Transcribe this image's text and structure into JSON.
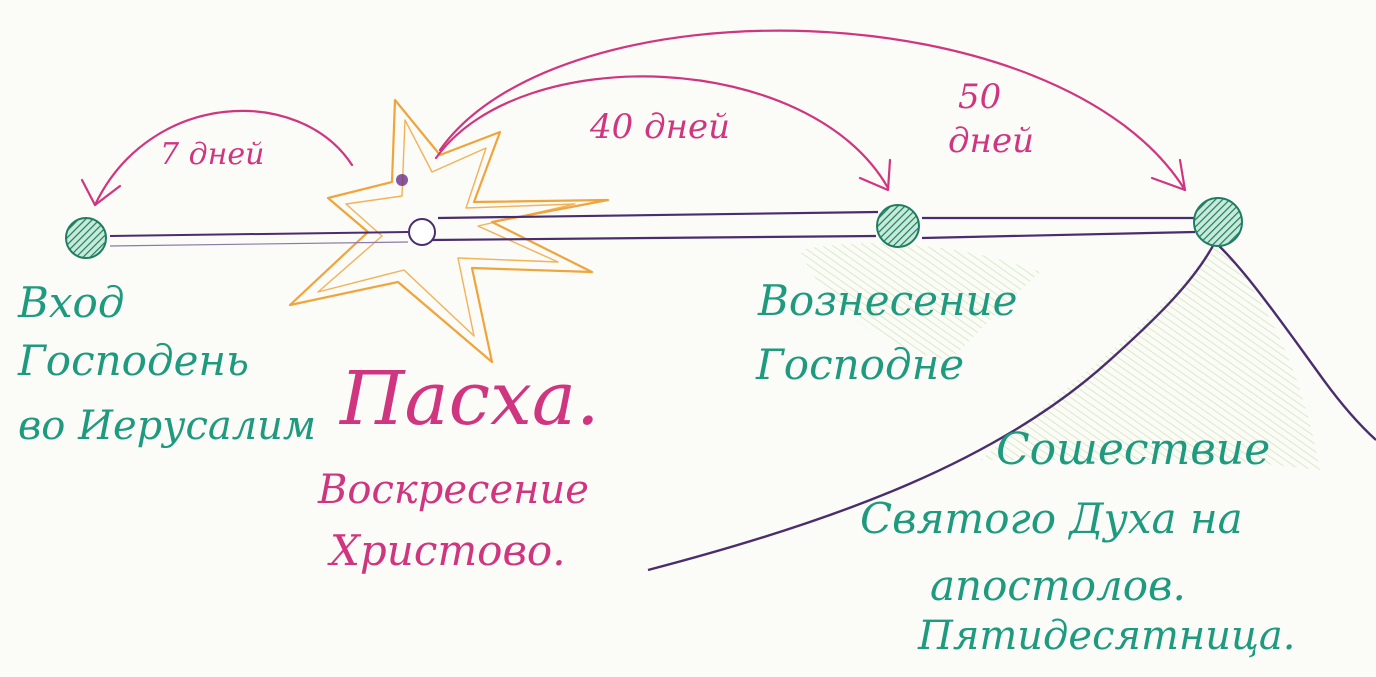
{
  "colors": {
    "teal": "#1e9a7e",
    "pink": "#d0357f",
    "purple": "#4a2d6e",
    "orange": "#f0a43c",
    "green": "#9ccc65",
    "paper": "#fbfbf7"
  },
  "arrows": {
    "seven": "7 дней",
    "forty": "40 дней",
    "fifty_number": "50",
    "fifty_word": "дней"
  },
  "events": {
    "entry": {
      "line1": "Вход",
      "line2": "Господень",
      "line3": "во Иерусалим"
    },
    "easter": {
      "title": "Пасха.",
      "sub1": "Воскресение",
      "sub2": "Христово."
    },
    "ascension": {
      "line1": "Вознесение",
      "line2": "Господне"
    },
    "pentecost": {
      "line1": "Сошествие",
      "line2": "Святого Духа на",
      "line3": "апостолов.",
      "line4": "Пятидесятница."
    }
  }
}
